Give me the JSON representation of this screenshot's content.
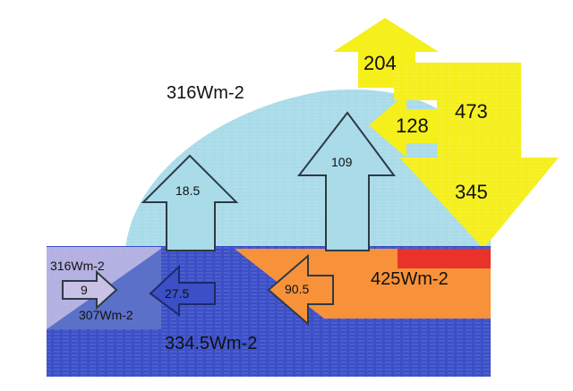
{
  "labels": {
    "top_up_value": "204",
    "sky_flux": "316Wm-2",
    "yellow_left_value": "128",
    "yellow_down_value": "473",
    "yellow_bottom_value": "345",
    "up_arrow_left_value": "18.5",
    "up_arrow_mid_value": "109",
    "small_top_flux": "316Wm-2",
    "small_right_arrow_value": "9",
    "small_bottom_flux": "307Wm-2",
    "blue_left_arrow_value": "27.5",
    "orange_left_arrow_value": "90.5",
    "orange_flux": "425Wm-2",
    "ground_flux": "334.5Wm-2"
  },
  "colors": {
    "sky": "#a9dbe9",
    "yellow": "#f5ef1c",
    "blue": "#3b4fc7",
    "dark_blue": "#2f3fb3",
    "orange": "#f7923a",
    "red": "#e8322a",
    "lavender": "#c9c2e6",
    "arrow_light": "#a9dbe9",
    "arrow_outline": "#2e3a44"
  }
}
